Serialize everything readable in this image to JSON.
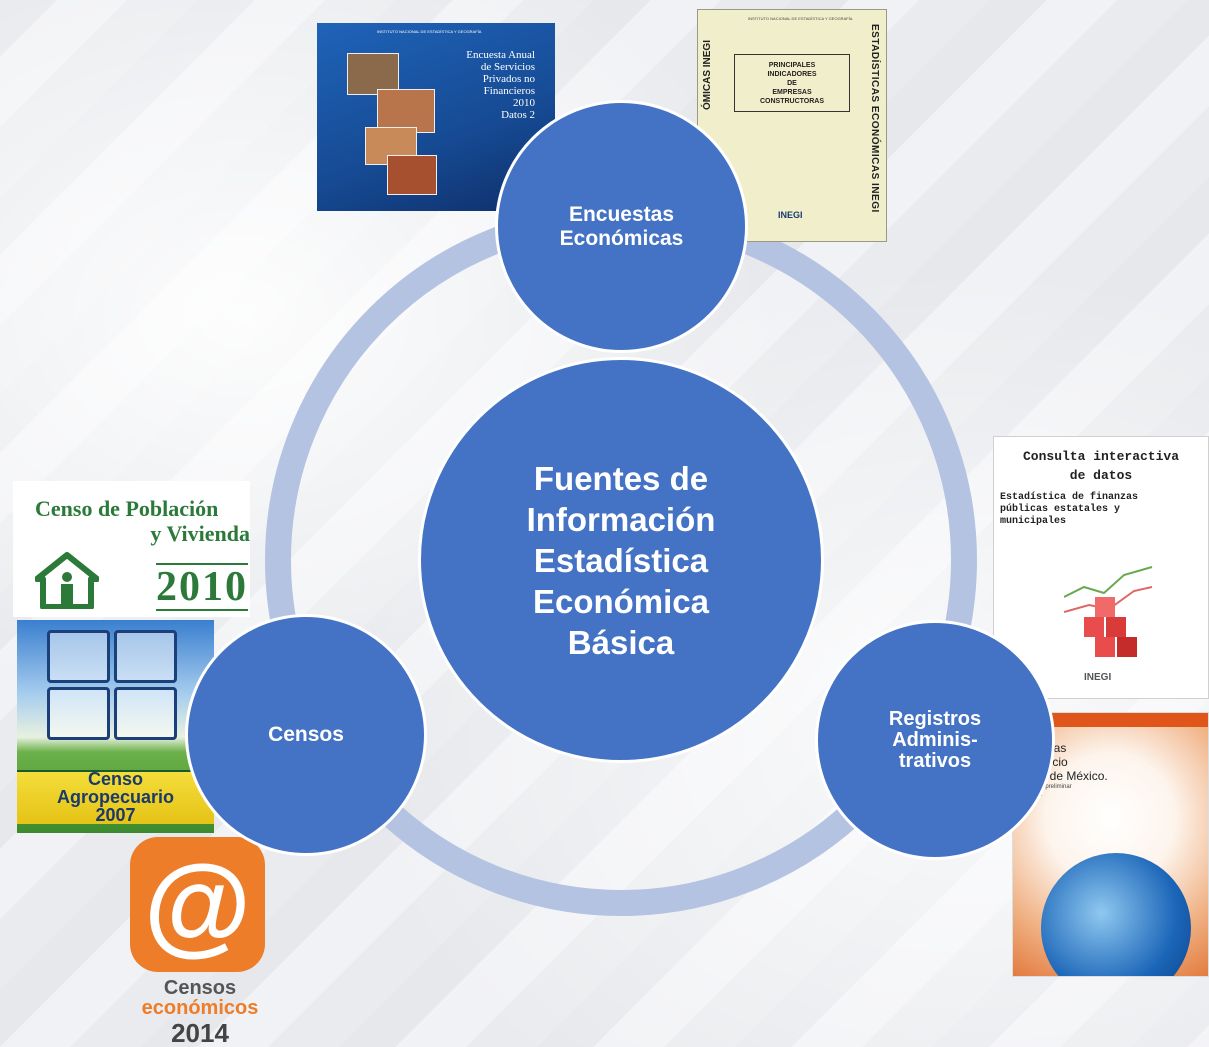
{
  "colors": {
    "node": "#4472c4",
    "ring": "#b4c3e1"
  },
  "center": {
    "label": "Fuentes de\nInformación\nEstadística\nEconómica\nBásica"
  },
  "nodes": {
    "top": {
      "label": "Encuestas\nEconómicas"
    },
    "left": {
      "label": "Censos"
    },
    "right": {
      "label": "Registros\nAdminis-\ntrativos"
    }
  },
  "covers": {
    "encuesta": {
      "title": "Encuesta Anual\nde Servicios\nPrivados no\nFinancieros\n2010\nDatos 2"
    },
    "constructoras": {
      "box": "PRINCIPALES\nINDICADORES\nDE\nEMPRESAS\nCONSTRUCTORAS",
      "side": "ESTADÍSTICAS ECONÓMICAS   INEGI",
      "side_left": "ÓMICAS  INEGI",
      "logo": "INEGI"
    },
    "consulta": {
      "title": "Consulta interactiva\nde datos",
      "subtitle": "Estadística de finanzas\npúblicas estatales y\nmunicipales",
      "logo": "INEGI"
    },
    "comercio": {
      "title": "adísticas\n comercio\nterior de México.",
      "subtitle": "ormación preliminar\nero 2011"
    }
  },
  "logos": {
    "censo2010": {
      "line1": "Censo de Población",
      "line2": "y Vivienda",
      "year": "2010"
    },
    "agro": {
      "text": "Censo\nAgropecuario\n2007"
    },
    "economicos": {
      "line1": "Censos",
      "line2": "económicos",
      "line3": "2014"
    }
  }
}
